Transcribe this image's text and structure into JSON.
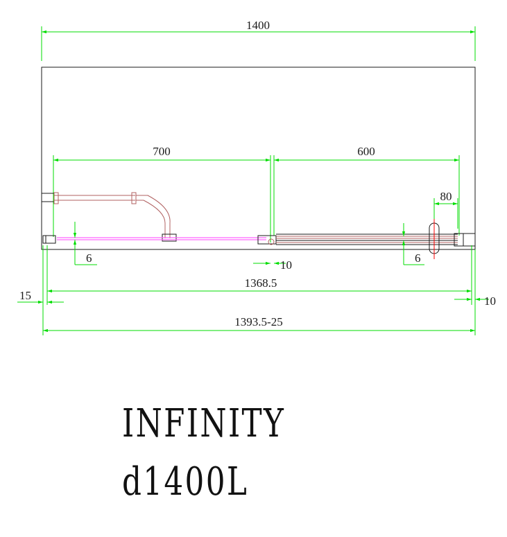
{
  "drawing": {
    "colors": {
      "dimension": "#00dd00",
      "outline": "#1a1a1a",
      "profile": "#b06060",
      "glass": "#ff66ff",
      "center_mark": "#ff0000"
    },
    "dimensions": {
      "overall_width": "1400",
      "fixed_panel": "700",
      "sliding_panel": "600",
      "handle_offset": "80",
      "glass_left": "6",
      "gap_center": "10",
      "glass_right": "6",
      "inner_width": "1368.5",
      "left_gap": "15",
      "right_gap": "10",
      "adjustment_range": "1393.5-25"
    }
  },
  "product": {
    "name": "INFINITY",
    "model": "d1400L"
  }
}
